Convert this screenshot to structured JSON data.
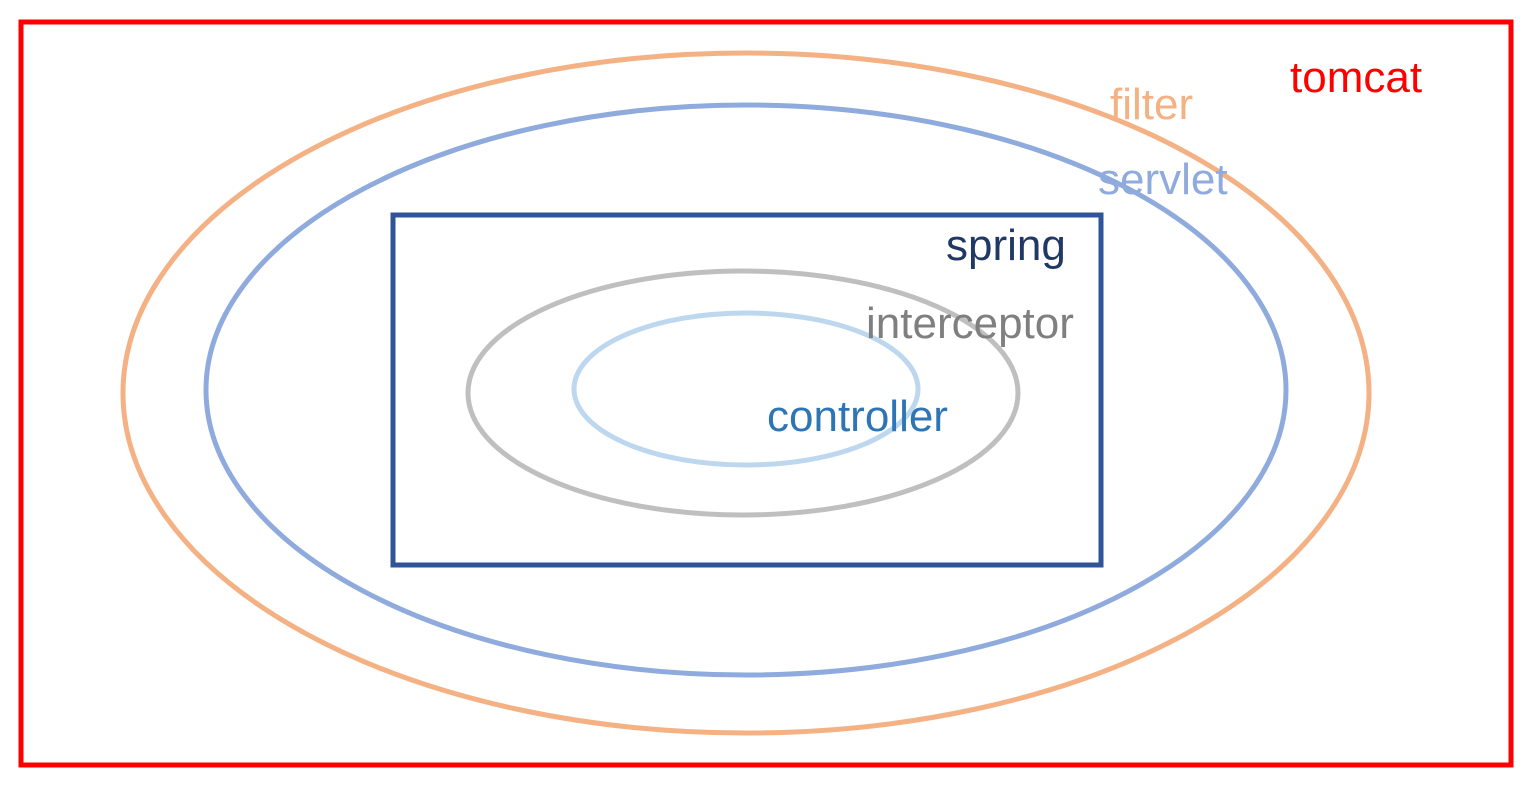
{
  "layers": {
    "tomcat": {
      "label": "tomcat",
      "color": "#ff0000",
      "shape": "rectangle"
    },
    "filter": {
      "label": "filter",
      "color": "#f4b183",
      "shape": "ellipse"
    },
    "servlet": {
      "label": "servlet",
      "color": "#8faadc",
      "shape": "ellipse"
    },
    "spring": {
      "label": "spring",
      "color": "#2f5597",
      "shape": "rectangle"
    },
    "interceptor": {
      "label": "interceptor",
      "color": "#bfbfbf",
      "shape": "ellipse"
    },
    "controller": {
      "label": "controller",
      "color": "#bdd7ee",
      "shape": "ellipse"
    }
  },
  "label_colors": {
    "tomcat": "#ff0000",
    "filter": "#f4b183",
    "servlet": "#8faadc",
    "spring": "#203864",
    "interceptor": "#7f7f7f",
    "controller": "#2e75b6"
  }
}
